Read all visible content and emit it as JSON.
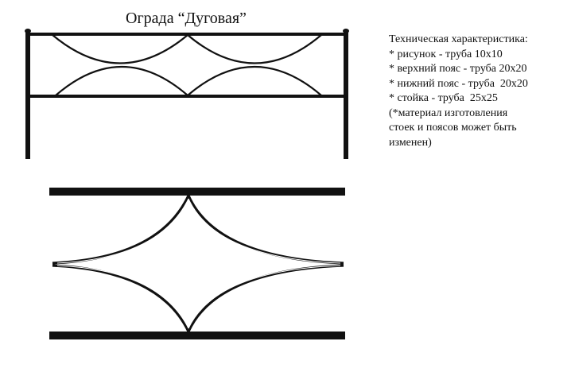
{
  "title": "Ограда “Дуговая”",
  "spec": {
    "heading": "Техническая характеристика:",
    "lines": [
      "* рисунок - труба 10х10",
      "* верхний пояс - труба 20х20",
      "* нижний пояс - труба  20х20",
      "* стойка - труба  25х25",
      "(*материал изготовления",
      "стоек и поясов может быть",
      "изменен)"
    ]
  },
  "colors": {
    "metal": "#111111",
    "background": "#ffffff"
  }
}
